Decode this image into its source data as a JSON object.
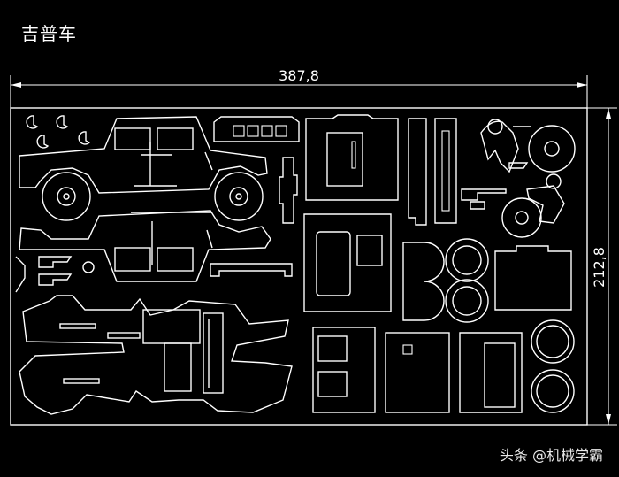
{
  "title": "吉普车",
  "dimensions": {
    "width_label": "387,8",
    "height_label": "212,8"
  },
  "watermark": "头条 @机械学霸",
  "colors": {
    "background": "#000000",
    "line": "#ffffff"
  }
}
